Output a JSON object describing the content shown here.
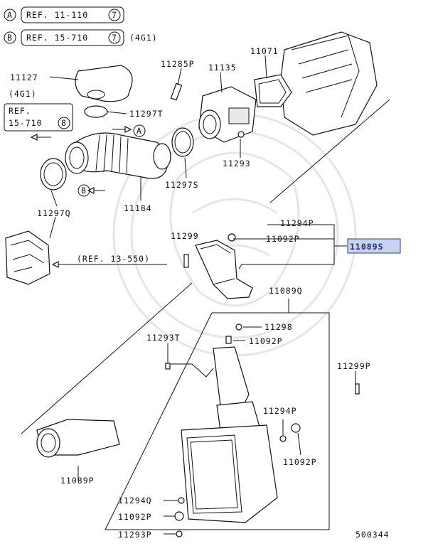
{
  "references": {
    "a": {
      "letter": "A",
      "text": "REF. 11-110",
      "num": "7"
    },
    "b": {
      "letter": "B",
      "text": "REF. 15-710",
      "num": "7",
      "suffix": "(4G1)"
    }
  },
  "labels": {
    "p11127": "11127",
    "engine_4g1": "(4G1)",
    "ref_box_line1": "REF.",
    "ref_box_line2": "15-710",
    "ref_box_num": "8",
    "p11285p": "11285P",
    "p11135": "11135",
    "p11071": "11071",
    "p11297t": "11297T",
    "callout_a": "A",
    "callout_b": "B",
    "p11293": "11293",
    "p11297s": "11297S",
    "p11184": "11184",
    "p11297q": "11297Q",
    "p11294p_top": "11294P",
    "p11299": "11299",
    "p11092p_top": "11092P",
    "p11089s": "11089S",
    "ref_13_550": "(REF. 13-550)",
    "p11089q": "11089Q",
    "p11298": "11298",
    "p11092p_mid": "11092P",
    "p11293t": "11293T",
    "p11299p": "11299P",
    "p11294p_right": "11294P",
    "p11092p_right": "11092P",
    "p11089p": "11089P",
    "p11294q": "11294Q",
    "p11092p_bottom": "11092P",
    "p11293p": "11293P",
    "diagram_no": "500344"
  },
  "colors": {
    "highlight_fill": "#c9d2ee",
    "highlight_stroke": "#2a3b8f",
    "ink": "#111111",
    "watermark": "#e6e6e6"
  }
}
